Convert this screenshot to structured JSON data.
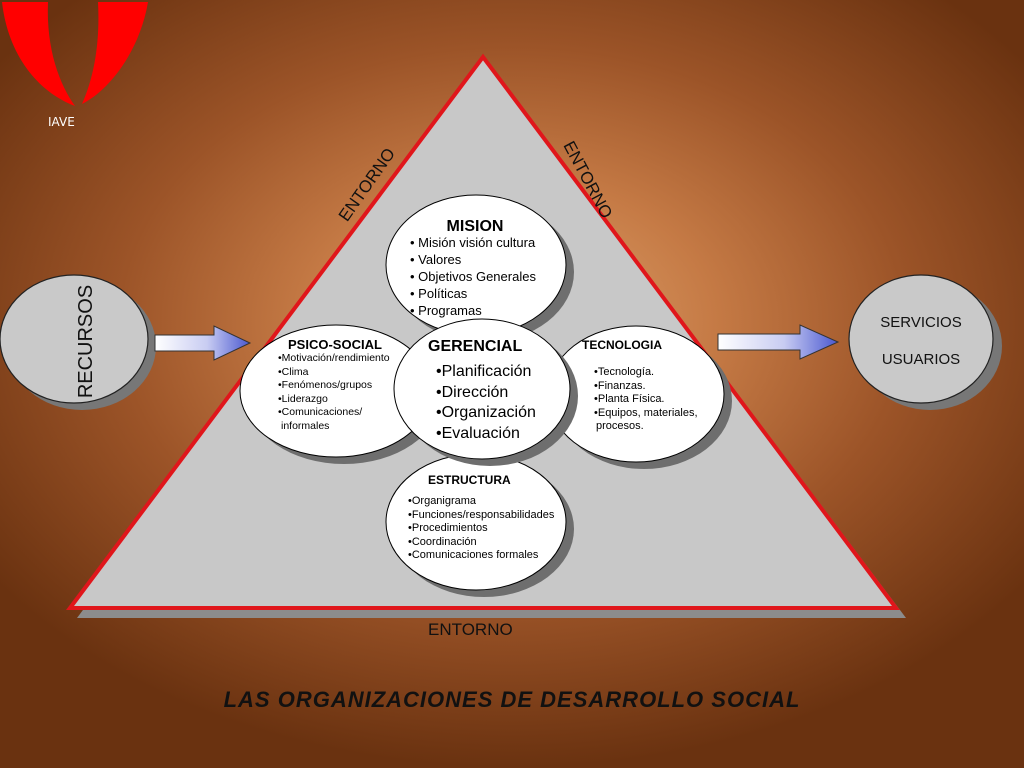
{
  "logo": {
    "label": "IAVE"
  },
  "entorno": {
    "left": "ENTORNO",
    "right": "ENTORNO",
    "bottom": "ENTORNO"
  },
  "recursos": {
    "label": "RECURSOS"
  },
  "servicios": {
    "line1": "SERVICIOS",
    "line2": "USUARIOS"
  },
  "mision": {
    "title": "MISION",
    "items": [
      "• Misión visión cultura",
      "• Valores",
      "• Objetivos Generales",
      "• Políticas",
      "• Programas"
    ]
  },
  "psicosocial": {
    "title": "PSICO-SOCIAL",
    "items": [
      "•Motivación/rendimiento",
      "•Clima",
      "•Fenómenos/grupos",
      "•Liderazgo",
      "•Comunicaciones/",
      "informales"
    ]
  },
  "gerencial": {
    "title": "GERENCIAL",
    "items": [
      "•Planificación",
      "•Dirección",
      "•Organización",
      "•Evaluación"
    ]
  },
  "tecnologia": {
    "title": "TECNOLOGIA",
    "items": [
      "•Tecnología.",
      "•Finanzas.",
      "•Planta Física.",
      "•Equipos, materiales,",
      "procesos."
    ]
  },
  "estructura": {
    "title": "ESTRUCTURA",
    "items": [
      "•Organigrama",
      "•Funciones/responsabilidades",
      "•Procedimientos",
      "•Coordinación",
      "•Comunicaciones formales"
    ]
  },
  "title": "LAS ORGANIZACIONES DE DESARROLLO SOCIAL",
  "colors": {
    "triangle_fill": "#c8c8c8",
    "triangle_border": "#e0161b",
    "logo": "#ff0000",
    "arrow": "#5a68d8"
  }
}
